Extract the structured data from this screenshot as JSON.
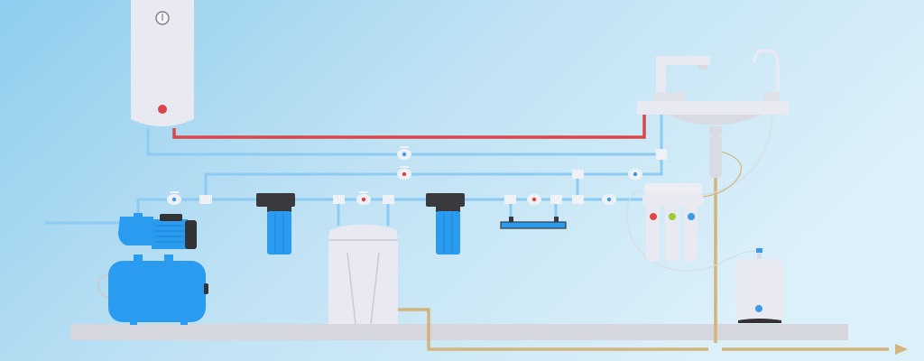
{
  "scene": {
    "description_labels": [],
    "colors": {
      "background_left": "#8fcdee",
      "background_right": "#dcf0f9",
      "hot_pipe": "#d8464a",
      "cold_pipe": "#8ecbf2",
      "drain_pipe": "#d4b47c",
      "equipment_white": "#e8e9f1",
      "equipment_blue": "#2b9bf0",
      "filter_head": "#3a3a3e",
      "floor": "#d5d6de",
      "valve_red": "#e04545",
      "valve_blue": "#3a9be8",
      "ro_green": "#9ccc3c"
    },
    "components": [
      "water-heater",
      "pump",
      "pressure-tank",
      "sediment-filter",
      "water-softener",
      "carbon-filter",
      "uv-sterilizer",
      "reverse-osmosis-filter",
      "storage-tank",
      "sink",
      "faucet",
      "drinking-water-tap",
      "drain-line"
    ]
  }
}
